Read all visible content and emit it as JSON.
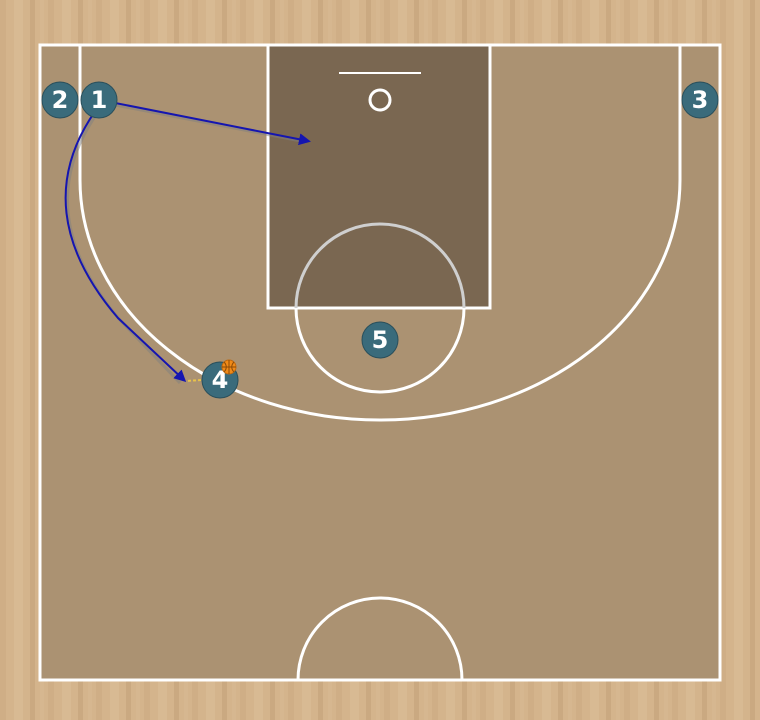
{
  "colors": {
    "floor_light": "#d4b48c",
    "floor_dark": "#c7a57c",
    "inbound": "#ab9272",
    "paint": "#7a6751",
    "lines": "#ffffff",
    "player_fill": "#3a6b7b",
    "player_stroke": "#2a4f5b",
    "cut_arrow": "#1515b0",
    "ball": "#f08a18"
  },
  "players": [
    {
      "id": "p1",
      "label": "1"
    },
    {
      "id": "p2",
      "label": "2"
    },
    {
      "id": "p3",
      "label": "3"
    },
    {
      "id": "p4",
      "label": "4",
      "has_ball": true
    },
    {
      "id": "p5",
      "label": "5"
    }
  ],
  "actions": [
    {
      "type": "cut",
      "from": "p1",
      "to": "paint"
    },
    {
      "type": "cut",
      "from": "p1",
      "to": "left-wing"
    },
    {
      "type": "dribble-handoff",
      "from": "p4",
      "to": "left-wing"
    }
  ],
  "icons": {
    "ball": "basketball-icon",
    "arrow": "arrow-head-icon"
  }
}
